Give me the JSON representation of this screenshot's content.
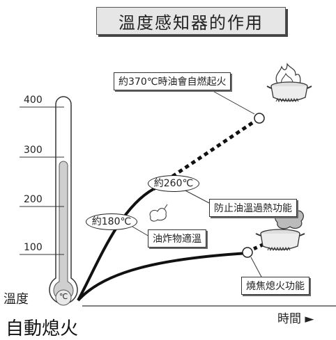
{
  "title": "溫度感知器的作用",
  "axis": {
    "y_label": "溫度",
    "ticks": [
      "400",
      "300",
      "200",
      "100"
    ],
    "x_label": "時間 ►",
    "celsius_symbol": "℃"
  },
  "annotations": {
    "ignition": "約370℃時油會自燃起火",
    "t260": "約260℃",
    "overheat": "防止油溫過熱功能",
    "t180": "約180℃",
    "fry": "油炸物適溫",
    "boil_dry": "燒焦熄火功能"
  },
  "bottom_text": "自動熄火",
  "colors": {
    "ink": "#222222",
    "thermo_fill": "#cfcfcf",
    "title_bg": "#e6e6e6"
  }
}
